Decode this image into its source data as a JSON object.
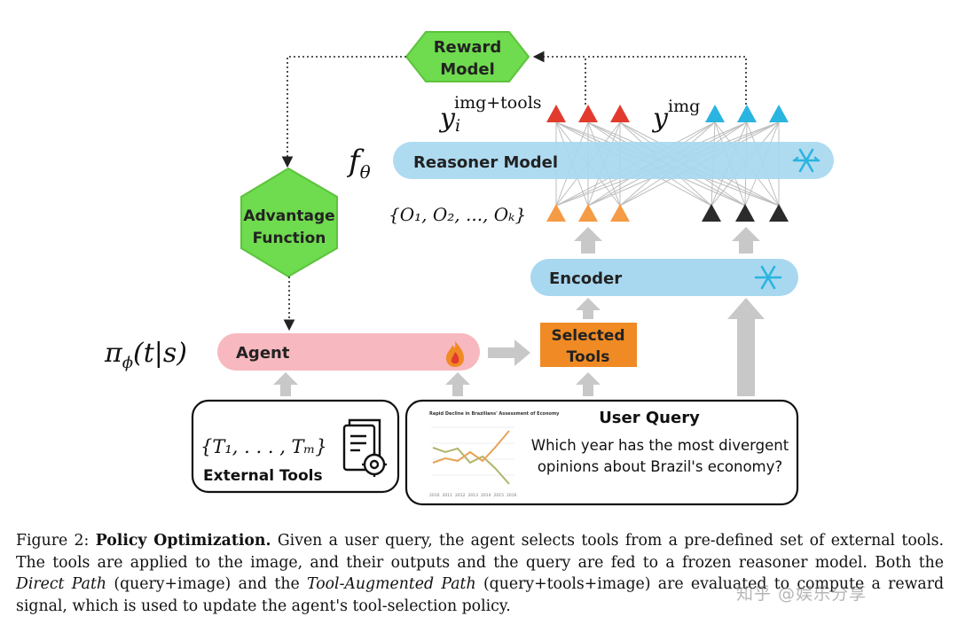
{
  "reward_model": {
    "line1": "Reward",
    "line2": "Model"
  },
  "advantage_function": {
    "line1": "Advantage",
    "line2": "Function"
  },
  "reasoner": {
    "label": "Reasoner Model",
    "param": "f",
    "param_sub": "θ"
  },
  "encoder": {
    "label": "Encoder"
  },
  "agent": {
    "label": "Agent",
    "policy": "π",
    "policy_sub": "ϕ",
    "policy_args": "(t|s)"
  },
  "selected_tools": {
    "line1": "Selected",
    "line2": "Tools"
  },
  "outputs": {
    "tool_y": "y",
    "tool_sub": "i",
    "tool_sup": "img+tools",
    "img_y": "y",
    "img_sup": "img"
  },
  "tool_outputs_set": "{O₁, O₂, ..., Oₖ}",
  "external_tools": {
    "set": "{T₁, . . . , Tₘ}",
    "label": "External Tools"
  },
  "user_query": {
    "title": "User Query",
    "line1": "Which year has the most divergent",
    "line2": "opinions about Brazil's economy?"
  },
  "thumbnail": {
    "title": "Rapid Decline in Brazilians' Assessment of Economy",
    "x_ticks": [
      "2010",
      "2011",
      "2012",
      "2013",
      "2014",
      "2015",
      "2016"
    ]
  },
  "caption": {
    "figure": "Figure 2:",
    "bold": "Policy Optimization.",
    "t1": "Given a user query, the agent selects tools from a pre-defined set of external tools. The tools are applied to the image, and their outputs and the query are fed to a frozen reasoner model. Both the",
    "direct": "Direct Path",
    "t2": "(query+image) and the",
    "augmented": "Tool-Augmented Path",
    "t3": "(query+tools+image) are evaluated to compute a reward signal, which is used to update the agent's tool-selection policy."
  },
  "watermark": "知乎 @娱乐分享",
  "colors": {
    "green": "#6fdb4e",
    "blue": "#a8d8f0",
    "pink": "#f7b8bf",
    "orange": "#f08a24",
    "red": "#e23b2e",
    "cyan": "#2ab4e0",
    "triangle_orange": "#f59a45",
    "triangle_dark": "#2b2b2b",
    "gray_arrow": "#c8c8c8"
  }
}
